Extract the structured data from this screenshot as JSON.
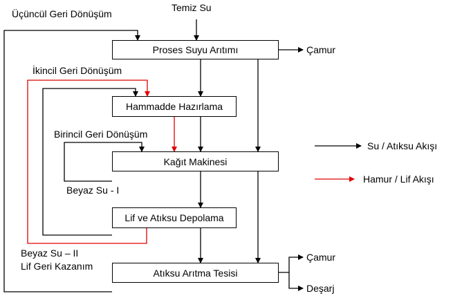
{
  "labels": {
    "ucuncul": "Üçüncül Geri Dönüşüm",
    "temiz_su": "Temiz Su",
    "ikincil": "İkincil Geri Dönüşüm",
    "birincil": "Birincil Geri Dönüşüm",
    "beyaz_su_1": "Beyaz Su - I",
    "beyaz_su_2": "Beyaz Su – II",
    "lif_geri": "Lif Geri Kazanım",
    "camur_1": "Çamur",
    "camur_2": "Çamur",
    "desarj": "Deşarj"
  },
  "boxes": {
    "proses": "Proses Suyu Arıtımı",
    "hammadde": "Hammadde Hazırlama",
    "kagit": "Kağıt Makinesi",
    "lif_depo": "Lif ve Atıksu Depolama",
    "aritma": "Atıksu Arıtma Tesisi"
  },
  "legend": {
    "water": "Su / Atıksu Akışı",
    "pulp": "Hamur / Lif Akışı"
  },
  "colors": {
    "water": "#000000",
    "pulp": "#e00000"
  }
}
